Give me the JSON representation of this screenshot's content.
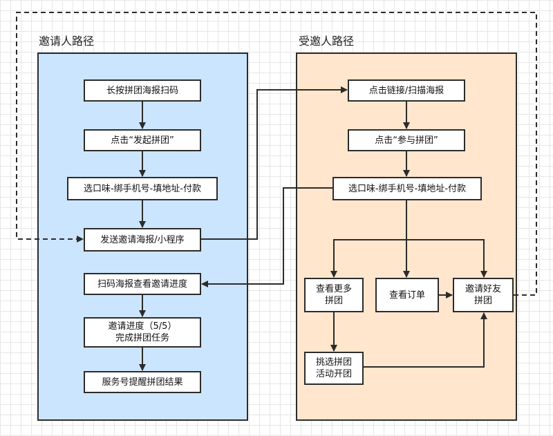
{
  "lanes": {
    "inviter": {
      "title": "邀请人路径"
    },
    "invitee": {
      "title": "受邀人路径"
    }
  },
  "nodes": {
    "l1": "长按拼团海报扫码",
    "l2": "点击“发起拼团”",
    "l3": "选口味-绑手机号-填地址-付款",
    "l4": "发送邀请海报/小程序",
    "l5": "扫码海报查看邀请进度",
    "l6": "邀请进度（5/5）\n完成拼团任务",
    "l7": "服务号提醒拼团结果",
    "r1": "点击链接/扫描海报",
    "r2": "点击“参与拼团”",
    "r3": "选口味-绑手机号-填地址-付款",
    "r4": "查看更多\n拼团",
    "r5": "查看订单",
    "r6": "邀请好友\n拼团",
    "r7": "挑选拼团\n活动开团"
  },
  "colors": {
    "inviter_lane": "#cce5ff",
    "invitee_lane": "#ffe6cc",
    "node_fill": "#ffffff",
    "stroke": "#2b2b2b"
  }
}
